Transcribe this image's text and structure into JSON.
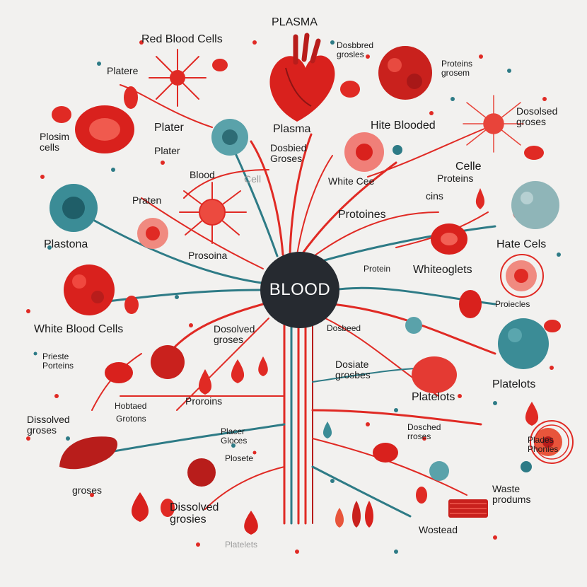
{
  "center": "BLOOD",
  "labels": {
    "plasma_top": "PLASMA",
    "red_blood_cells": "Red Blood Cells",
    "dissolved_tl_1": "Dosbbred",
    "dissolved_tl_2": "grosles",
    "proteins_tr_1": "Proteins",
    "proteins_tr_2": "grosem",
    "platere": "Platere",
    "dissolved_r_1": "Dosolsed",
    "dissolved_r_2": "groses",
    "plasma_cells_1": "Plosim",
    "plasma_cells_2": "cells",
    "plater_1": "Plater",
    "plasma_mid": "Plasma",
    "hite_blooded": "Hite Blooded",
    "plater_2": "Plater",
    "dosbied_1": "Dosbied",
    "dosbied_2": "Groses",
    "cell_tr": "Celle",
    "blood_small": "Blood",
    "cell_small": "Cell",
    "white_cee": "White Cee",
    "proteins_r": "Proteins",
    "cins": "cins",
    "praten": "Praten",
    "protoines": "Protoines",
    "plastona": "Plastona",
    "prosoina": "Prosoina",
    "hate_cels": "Hate Cels",
    "protein_small": "Protein",
    "whiteoglets": "Whiteoglets",
    "proiecles": "Proiecles",
    "white_blood_cells": "White Blood Cells",
    "dosolved_mid_1": "Dosolved",
    "dosolved_mid_2": "groses",
    "dosbeed": "Dosbeed",
    "priotes_1": "Prieste",
    "priotes_2": "Porteins",
    "dosiate_1": "Dosiate",
    "dosiate_2": "grosbes",
    "platelots_right": "Platelots",
    "proroins": "Proroins",
    "platelots_mid": "Platelots",
    "hobtaed": "Hobtaed",
    "grotons": "Grotons",
    "dissolved_l_1": "Dissolved",
    "dissolved_l_2": "groses",
    "doseched_1": "Dosched",
    "doseched_2": "rroses",
    "place_1": "Placer",
    "place_2": "Gloces",
    "plosete": "Plosete",
    "plades_1": "Plades",
    "plades_2": "Phonies",
    "groses_bl": "groses",
    "waste_1": "Waste",
    "waste_2": "produms",
    "dissolved_b_1": "Dissolved",
    "dissolved_b_2": "grosies",
    "wostead": "Wostead",
    "platelets_bottom": "Platelets"
  },
  "colors": {
    "background": "#f2f1ef",
    "red": "#e02a24",
    "dark_red": "#b81d1b",
    "teal": "#2e7b86",
    "center": "#262a30"
  }
}
